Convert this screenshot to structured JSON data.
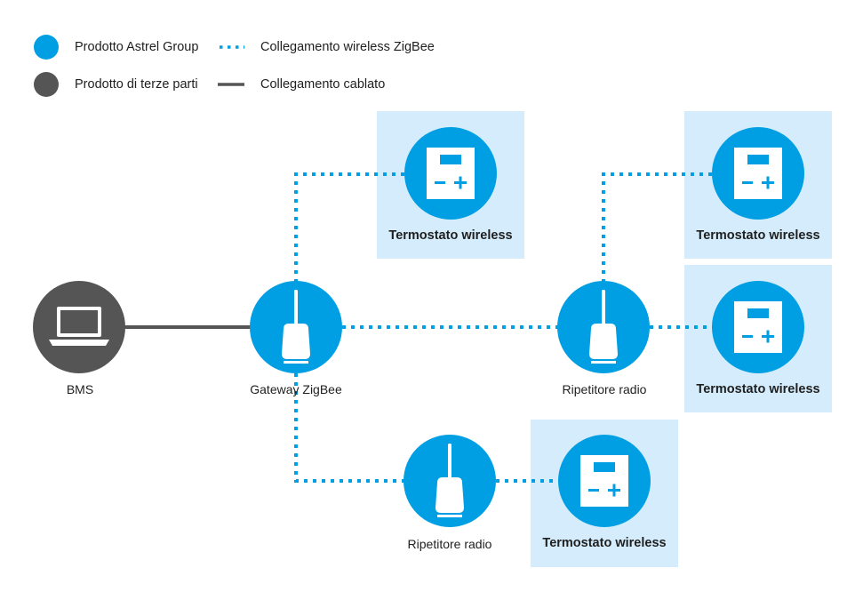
{
  "colors": {
    "astrel_blue": "#009fe3",
    "third_party_gray": "#555555",
    "panel_bg": "#d4ecfb",
    "wired_line": "#555555",
    "wireless_line": "#009fe3"
  },
  "legend": {
    "astrel_product": "Prodotto Astrel Group",
    "third_party_product": "Prodotto di terze parti",
    "wireless_link": "Collegamento wireless ZigBee",
    "wired_link": "Collegamento cablato"
  },
  "nodes": {
    "bms": {
      "label": "BMS",
      "icon": "laptop-icon"
    },
    "gateway": {
      "label": "Gateway ZigBee",
      "icon": "radio-device-icon"
    },
    "repeater_right": {
      "label": "Ripetitore radio",
      "icon": "radio-device-icon"
    },
    "repeater_bottom": {
      "label": "Ripetitore radio",
      "icon": "radio-device-icon"
    },
    "thermostat_top": {
      "label": "Termostato wireless",
      "icon": "thermostat-icon"
    },
    "thermostat_right_top": {
      "label": "Termostato wireless",
      "icon": "thermostat-icon"
    },
    "thermostat_right_mid": {
      "label": "Termostato wireless",
      "icon": "thermostat-icon"
    },
    "thermostat_bottom": {
      "label": "Termostato wireless",
      "icon": "thermostat-icon"
    }
  }
}
